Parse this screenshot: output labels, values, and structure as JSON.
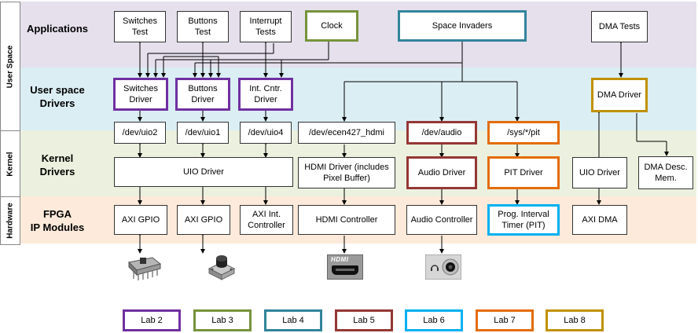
{
  "side_labels": {
    "user_space": "User Space",
    "kernel": "Kernel",
    "hardware": "Hardware"
  },
  "layers": {
    "applications": "Applications",
    "user_drivers_1": "User space",
    "user_drivers_2": "Drivers",
    "kernel_drivers_1": "Kernel",
    "kernel_drivers_2": "Drivers",
    "fpga_1": "FPGA",
    "fpga_2": "IP Modules"
  },
  "apps": {
    "switches_test": "Switches Test",
    "buttons_test": "Buttons Test",
    "interrupt_tests": "Interrupt Tests",
    "clock": "Clock",
    "space_invaders": "Space Invaders",
    "dma_tests": "DMA Tests"
  },
  "user_drivers": {
    "switches_driver": "Switches Driver",
    "buttons_driver": "Buttons Driver",
    "intcntr_driver": "Int. Cntr. Driver",
    "dma_driver": "DMA Driver"
  },
  "devices": {
    "uio2": "/dev/uio2",
    "uio1": "/dev/uio1",
    "uio4": "/dev/uio4",
    "hdmi": "/dev/ecen427_hdmi",
    "audio": "/dev/audio",
    "pit": "/sys/*/pit"
  },
  "kernel_drivers": {
    "uio_driver": "UIO Driver",
    "hdmi_driver": "HDMI Driver (includes Pixel Buffer)",
    "audio_driver": "Audio Driver",
    "pit_driver": "PIT Driver",
    "uio_driver_2": "UIO Driver",
    "dma_desc": "DMA Desc. Mem."
  },
  "ip_modules": {
    "axi_gpio_1": "AXI GPIO",
    "axi_gpio_2": "AXI GPIO",
    "axi_intc": "AXI Int. Controller",
    "hdmi_controller": "HDMI Controller",
    "audio_controller": "Audio Controller",
    "pit": "Prog. Interval Timer (PIT)",
    "axi_dma": "AXI DMA"
  },
  "hardware_icons": {
    "hdmi_logo_text": "HDMI"
  },
  "labs": [
    "Lab 2",
    "Lab 3",
    "Lab 4",
    "Lab 5",
    "Lab 6",
    "Lab 7",
    "Lab 8"
  ],
  "colors": {
    "lab2": "#7030a0",
    "lab3": "#77933c",
    "lab4": "#31849b",
    "lab5": "#953735",
    "lab6": "#00b0f0",
    "lab7": "#e46c0a",
    "lab8": "#c09100",
    "band_user": "#e5e0ec",
    "band_user_drivers": "#dbeef4",
    "band_kernel": "#ebf1de",
    "band_hardware": "#fdeada"
  }
}
